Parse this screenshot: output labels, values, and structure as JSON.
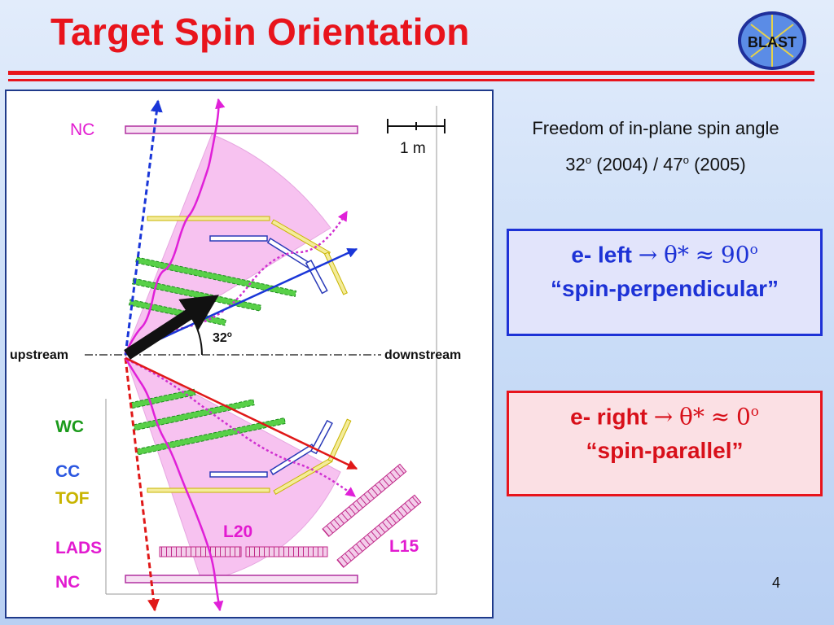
{
  "slide": {
    "title": "Target Spin Orientation",
    "page_number": "4",
    "logo_text": "BLAST"
  },
  "info": {
    "line1": "Freedom of in-plane spin angle",
    "angle1": "32",
    "year1": " (2004) / 47",
    "year2": " (2005)",
    "degree_mark": "o"
  },
  "box_left": {
    "label": "e- left",
    "arrow": "→",
    "theta": "θ*",
    "approx": "≈",
    "angle": "90",
    "degree_mark": "o",
    "subtitle": "“spin-perpendicular”",
    "border_color": "#1d32d6"
  },
  "box_right": {
    "label": "e- right",
    "arrow": "→",
    "theta": "θ*",
    "approx": "≈",
    "angle": "0",
    "degree_mark": "o",
    "subtitle": "“spin-parallel”",
    "border_color": "#e8141c"
  },
  "diagram": {
    "labels": {
      "nc_top": "NC",
      "scale": "1 m",
      "upstream": "upstream",
      "downstream": "downstream",
      "angle": "32",
      "degree_mark": "o",
      "wc": "WC",
      "cc": "CC",
      "tof": "TOF",
      "lads": "LADS",
      "nc_bottom": "NC",
      "l20": "L20",
      "l15": "L15"
    },
    "colors": {
      "nc": "#e21ad0",
      "wc": "#1a9a1a",
      "cc": "#2a56e0",
      "tof": "#c8b400",
      "lads": "#c02888",
      "electron_left": "#1a36d8",
      "electron_right": "#e01818",
      "detector_fill": "#f7c2f0",
      "wavy": "#e020d8"
    }
  }
}
